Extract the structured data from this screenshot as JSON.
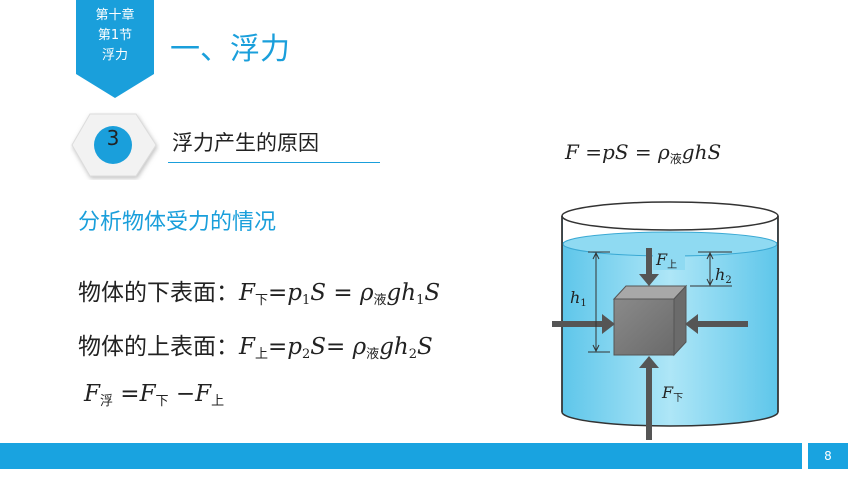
{
  "slide": {
    "badge": {
      "line1": "第十章",
      "line2": "第1节",
      "line3": "浮力"
    },
    "main_title": "一、浮力",
    "section": {
      "number": "3",
      "title": "浮力产生的原因"
    },
    "formula_top": {
      "F": "F",
      "eq1": "=",
      "pS": "pS",
      "eq2": "=",
      "rho": "ρ",
      "rho_sub": "液",
      "ghS": "ghS"
    },
    "subheading": "分析物体受力的情况",
    "eq_lower": {
      "label": "物体的下表面：",
      "F": "F",
      "F_sub": "下",
      "eq1": "=",
      "p": "p",
      "p_sub": "1",
      "S": "S",
      "eq2": " = ",
      "rho": "ρ",
      "rho_sub": "液",
      "g": "g",
      "h": "h",
      "h_sub": "1",
      "S2": "S"
    },
    "eq_upper": {
      "label": "物体的上表面：",
      "F": "F",
      "F_sub": "上",
      "eq1": "=",
      "p": "p",
      "p_sub": "2",
      "S": "S",
      "eq2": "= ",
      "rho": "ρ",
      "rho_sub": "液",
      "g": "g",
      "h": "h",
      "h_sub": "2",
      "S2": "S"
    },
    "eq_buoyancy": {
      "F1": "F",
      "F1_sub": "浮",
      "eq": " =",
      "F2": "F",
      "F2_sub": "下",
      "minus": " −",
      "F3": "F",
      "F3_sub": "上"
    },
    "diagram": {
      "F_top": "F",
      "F_top_sub": "上",
      "F_bottom": "F",
      "F_bottom_sub": "下",
      "h1": "h",
      "h1_sub": "1",
      "h2": "h",
      "h2_sub": "2"
    },
    "page_number": "8",
    "colors": {
      "accent": "#1a9fdb",
      "water": "#7fd3ef",
      "footer": "#19a3e0"
    }
  }
}
